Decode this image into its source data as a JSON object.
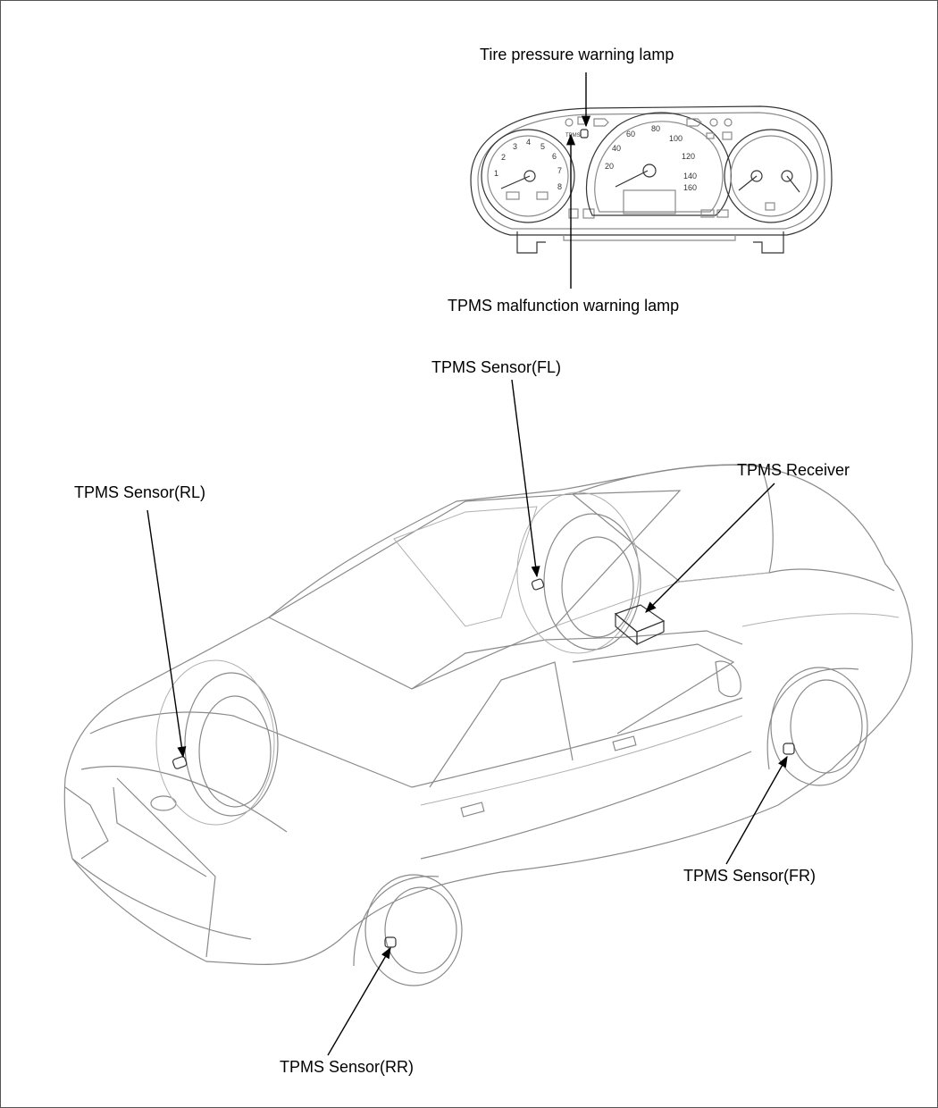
{
  "labels": {
    "tire_pressure_warning_lamp": "Tire pressure warning lamp",
    "tpms_malfunction_warning_lamp": "TPMS malfunction warning lamp",
    "tpms_sensor_fl": "TPMS Sensor(FL)",
    "tpms_receiver": "TPMS Receiver",
    "tpms_sensor_rl": "TPMS Sensor(RL)",
    "tpms_sensor_fr": "TPMS Sensor(FR)",
    "tpms_sensor_rr": "TPMS Sensor(RR)"
  },
  "cluster": {
    "tach_ticks": [
      "1",
      "2",
      "3",
      "4",
      "5",
      "6",
      "7",
      "8"
    ],
    "speed_ticks": [
      "20",
      "40",
      "60",
      "80",
      "100",
      "120",
      "140",
      "160"
    ],
    "tpms_text": "TPMS"
  },
  "colors": {
    "line": "#8a8a8a",
    "arrow": "#000000",
    "text": "#000000"
  }
}
